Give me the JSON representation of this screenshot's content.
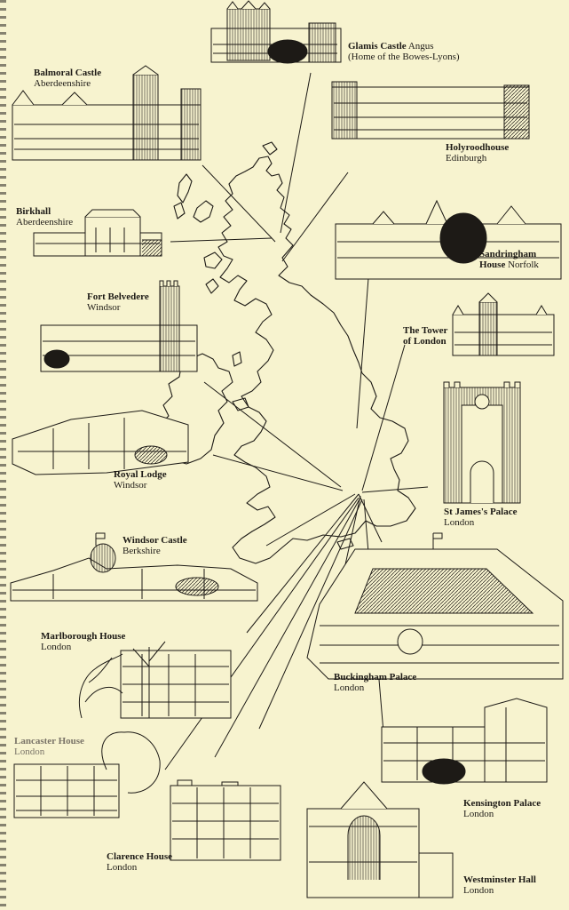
{
  "residences": [
    {
      "id": "glamis",
      "name": "Glamis Castle",
      "region": "Angus",
      "note": "(Home of the Bowes-Lyons)"
    },
    {
      "id": "balmoral",
      "name": "Balmoral Castle",
      "region": "Aberdeenshire"
    },
    {
      "id": "holyrood",
      "name": "Holyroodhouse",
      "region": "Edinburgh"
    },
    {
      "id": "birkhall",
      "name": "Birkhall",
      "region": "Aberdeenshire"
    },
    {
      "id": "sandringham",
      "name_line1": "Sandringham",
      "name_line2": "House",
      "region": "Norfolk"
    },
    {
      "id": "belvedere",
      "name": "Fort Belvedere",
      "region": "Windsor"
    },
    {
      "id": "tower",
      "name_line1": "The Tower",
      "name_line2": "of London"
    },
    {
      "id": "royallodge",
      "name": "Royal Lodge",
      "region": "Windsor"
    },
    {
      "id": "stjames",
      "name": "St James's Palace",
      "region": "London"
    },
    {
      "id": "windsor",
      "name": "Windsor Castle",
      "region": "Berkshire"
    },
    {
      "id": "marlborough",
      "name": "Marlborough House",
      "region": "London"
    },
    {
      "id": "buckingham",
      "name": "Buckingham Palace",
      "region": "London"
    },
    {
      "id": "lancaster",
      "name": "Lancaster House",
      "region": "London"
    },
    {
      "id": "kensington",
      "name": "Kensington Palace",
      "region": "London"
    },
    {
      "id": "clarence",
      "name": "Clarence House",
      "region": "London"
    },
    {
      "id": "westminster",
      "name": "Westminster Hall",
      "region": "London"
    }
  ],
  "colors": {
    "paper": "#f7f3cf",
    "ink": "#1d1a16",
    "faded_ink": "#7a7468"
  }
}
